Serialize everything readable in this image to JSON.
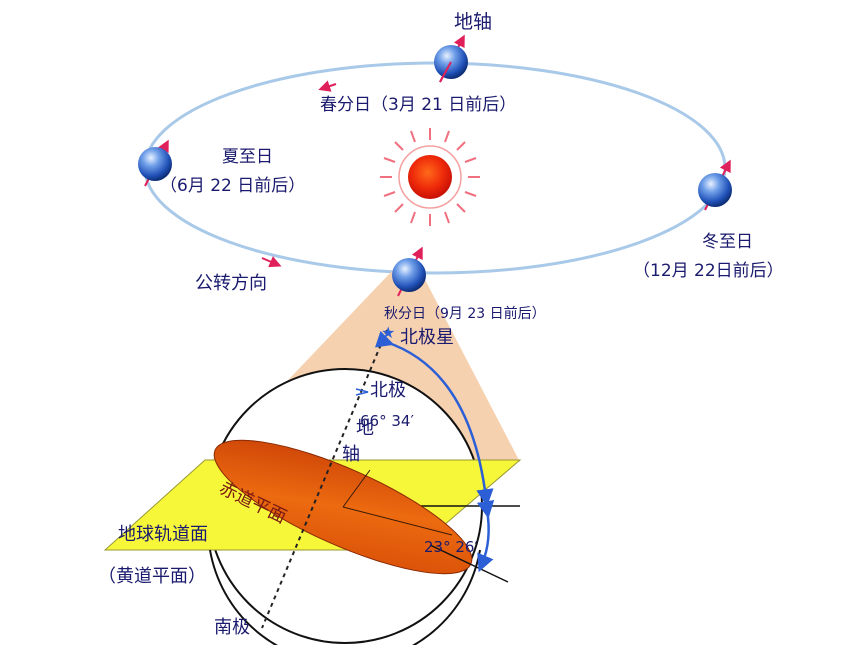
{
  "labels": {
    "earth_axis": "地轴",
    "spring_equinox": "春分日（3月 21 日前后）",
    "summer_solstice_name": "夏至日",
    "summer_solstice_date": "（6月 22 日前后）",
    "winter_solstice_name": "冬至日",
    "winter_solstice_date": "（12月 22日前后）",
    "revolution_direction": "公转方向",
    "autumn_equinox": "秋分日（9月 23 日前后）",
    "polaris": "北极星",
    "north_pole": "北极",
    "axis_angle": "66° 34′",
    "axis_char_1": "地",
    "axis_char_2": "轴",
    "equator_plane": "赤道平面",
    "orbit_plane": "地球轨道面",
    "ecliptic_plane": "（黄道平面）",
    "obliquity_angle": "23° 26′",
    "south_pole": "南极"
  },
  "colors": {
    "orbit": "#a9c9e8",
    "earth": "#2255bb",
    "axis_arrow": "#e0205a",
    "sun": "#e82010",
    "cone": "#f5c9a2",
    "orbit_plane": "#f7f73a",
    "equator_plane": "#e8600a",
    "angle_arc": "#2c5fd6",
    "text": "#1a1a6e"
  }
}
